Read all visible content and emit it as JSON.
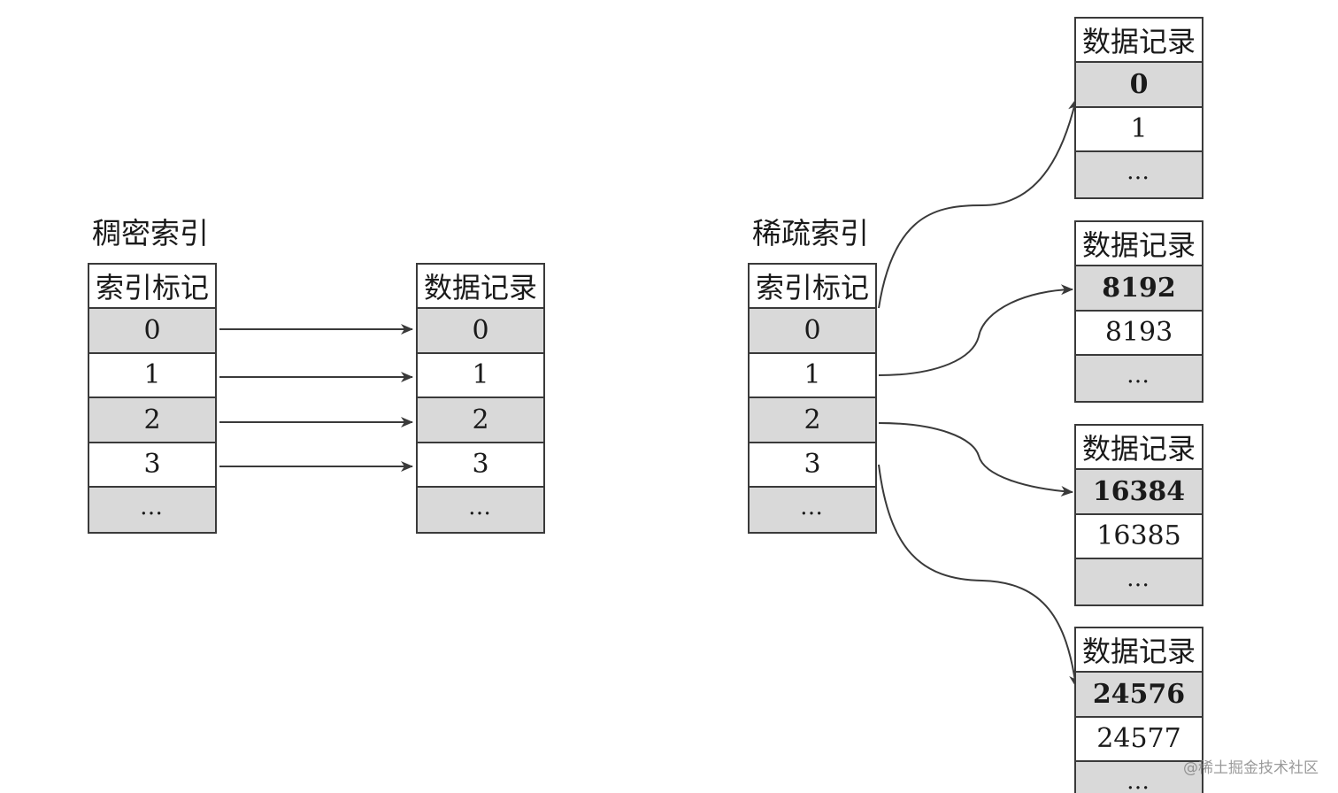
{
  "dense_index": {
    "title": "稠密索引",
    "index_table": {
      "header": "索引标记",
      "rows": [
        "0",
        "1",
        "2",
        "3",
        "…"
      ]
    },
    "data_table": {
      "header": "数据记录",
      "rows": [
        "0",
        "1",
        "2",
        "3",
        "…"
      ]
    }
  },
  "sparse_index": {
    "title": "稀疏索引",
    "index_table": {
      "header": "索引标记",
      "rows": [
        "0",
        "1",
        "2",
        "3",
        "…"
      ]
    },
    "data_blocks": [
      {
        "header": "数据记录",
        "rows": [
          "0",
          "1",
          "…"
        ]
      },
      {
        "header": "数据记录",
        "rows": [
          "8192",
          "8193",
          "…"
        ]
      },
      {
        "header": "数据记录",
        "rows": [
          "16384",
          "16385",
          "…"
        ]
      },
      {
        "header": "数据记录",
        "rows": [
          "24576",
          "24577",
          "…"
        ]
      }
    ]
  },
  "watermark": "@稀土掘金技术社区",
  "colors": {
    "shaded_cell": "#d9d9d9",
    "border": "#3a3a3a",
    "arrow": "#3a3a3a"
  }
}
